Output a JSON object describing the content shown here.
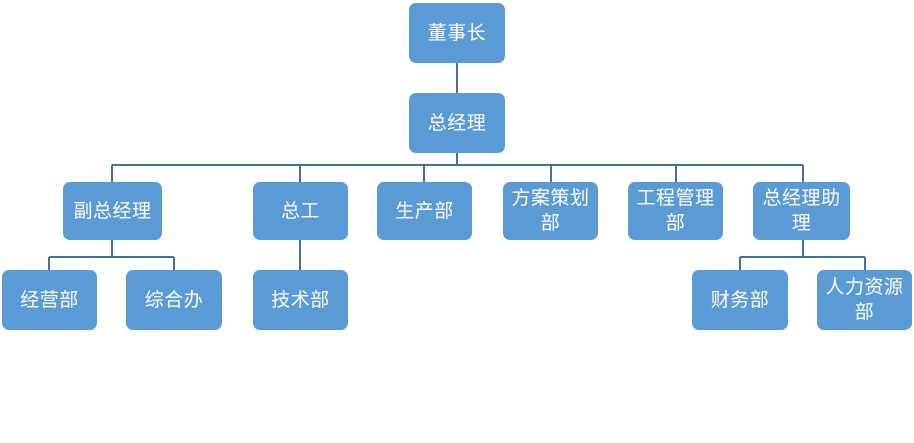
{
  "chart_data": {
    "type": "diagram",
    "diagram_kind": "organizational-chart",
    "title": "",
    "orientation": "top-down",
    "colors": {
      "node_fill": "#5B9BD5",
      "node_text": "#FFFFFF",
      "connector": "#41719C",
      "background": "#FFFFFF"
    },
    "levels": [
      [
        "董事长"
      ],
      [
        "总经理"
      ],
      [
        "副总经理",
        "总工",
        "生产部",
        "方案策划部",
        "工程管理部",
        "总经理助理"
      ],
      [
        "经营部",
        "综合办",
        "技术部",
        "财务部",
        "人力资源部"
      ]
    ],
    "edges": [
      {
        "from": "董事长",
        "to": "总经理"
      },
      {
        "from": "总经理",
        "to": "副总经理"
      },
      {
        "from": "总经理",
        "to": "总工"
      },
      {
        "from": "总经理",
        "to": "生产部"
      },
      {
        "from": "总经理",
        "to": "方案策划部"
      },
      {
        "from": "总经理",
        "to": "工程管理部"
      },
      {
        "from": "总经理",
        "to": "总经理助理"
      },
      {
        "from": "副总经理",
        "to": "经营部"
      },
      {
        "from": "副总经理",
        "to": "综合办"
      },
      {
        "from": "总工",
        "to": "技术部"
      },
      {
        "from": "总经理助理",
        "to": "财务部"
      },
      {
        "from": "总经理助理",
        "to": "人力资源部"
      }
    ]
  },
  "nodes": {
    "chairman": {
      "label": "董事长"
    },
    "general_manager": {
      "label": "总经理"
    },
    "deputy_general_manager": {
      "label": "副总经理"
    },
    "chief_engineer": {
      "label": "总工"
    },
    "production_dept": {
      "label": "生产部"
    },
    "planning_dept": {
      "label": "方案策划部"
    },
    "engineering_mgmt_dept": {
      "label": "工程管理部"
    },
    "gm_assistant": {
      "label": "总经理助理"
    },
    "operations_dept": {
      "label": "经营部"
    },
    "general_office": {
      "label": "综合办"
    },
    "technology_dept": {
      "label": "技术部"
    },
    "finance_dept": {
      "label": "财务部"
    },
    "hr_dept": {
      "label": "人力资源部"
    }
  }
}
